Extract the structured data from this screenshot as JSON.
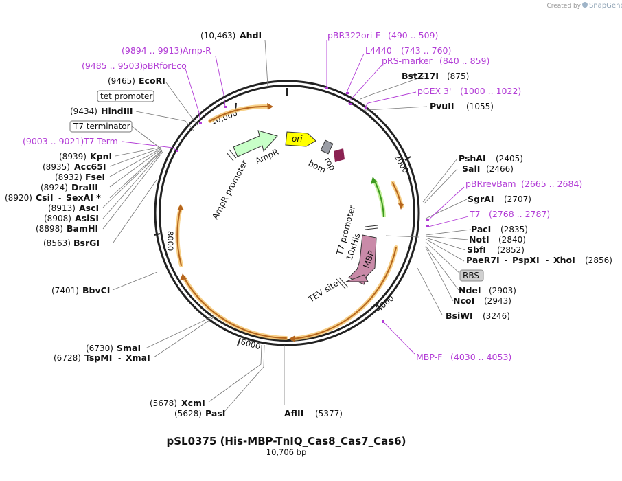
{
  "header": {
    "created_by": "Created by",
    "brand": "SnapGene"
  },
  "plasmid": {
    "name": "pSL0375 (His-MBP-TnIQ_Cas8_Cas7_Cas6)",
    "size": "10,706 bp"
  },
  "ticks": [
    "10,000",
    "2000",
    "4000",
    "6000",
    "8000"
  ],
  "enzymes": {
    "ahdi": {
      "pos": "(10,463)",
      "name": "AhdI"
    },
    "ecori": {
      "pos": "(9465)",
      "name": "EcoRI"
    },
    "hindiii": {
      "pos": "(9434)",
      "name": "HindIII"
    },
    "kpni": {
      "pos": "(8939)",
      "name": "KpnI"
    },
    "acc65i": {
      "pos": "(8935)",
      "name": "Acc65I"
    },
    "fsei": {
      "pos": "(8932)",
      "name": "FseI"
    },
    "draiii": {
      "pos": "(8924)",
      "name": "DraIII"
    },
    "csii": {
      "pos": "(8920)",
      "name": "CsiI",
      "sep": "-",
      "name2": "SexAI *"
    },
    "asci": {
      "pos": "(8913)",
      "name": "AscI"
    },
    "asisi": {
      "pos": "(8908)",
      "name": "AsiSI"
    },
    "bamhi": {
      "pos": "(8898)",
      "name": "BamHI"
    },
    "bsrgi": {
      "pos": "(8563)",
      "name": "BsrGI"
    },
    "bbvci": {
      "pos": "(7401)",
      "name": "BbvCI"
    },
    "smai": {
      "pos": "(6730)",
      "name": "SmaI"
    },
    "tspmi": {
      "pos": "(6728)",
      "name": "TspMI",
      "sep": "-",
      "name2": "XmaI"
    },
    "xcmi": {
      "pos": "(5678)",
      "name": "XcmI"
    },
    "pasi": {
      "pos": "(5628)",
      "name": "PasI"
    },
    "aflii": {
      "pos": "(5377)",
      "name": "AflII"
    },
    "bstz17i": {
      "pos": "(875)",
      "name": "BstZ17I"
    },
    "pvuii": {
      "pos": "(1055)",
      "name": "PvuII"
    },
    "pshai": {
      "pos": "(2405)",
      "name": "PshAI"
    },
    "sali": {
      "pos": "(2466)",
      "name": "SalI"
    },
    "sgrai": {
      "pos": "(2707)",
      "name": "SgrAI"
    },
    "paci": {
      "pos": "(2835)",
      "name": "PacI"
    },
    "noti": {
      "pos": "(2840)",
      "name": "NotI"
    },
    "sbfi": {
      "pos": "(2852)",
      "name": "SbfI"
    },
    "paer7i": {
      "name": "PaeR7I",
      "sep1": "-",
      "name2": "PspXI",
      "sep2": "-",
      "name3": "XhoI",
      "pos": "(2856)"
    },
    "ndei": {
      "name": "NdeI",
      "pos": "(2903)"
    },
    "ncoi": {
      "name": "NcoI",
      "pos": "(2943)"
    },
    "bsiwi": {
      "name": "BsiWI",
      "pos": "(3246)"
    }
  },
  "primers": {
    "ampr_r": {
      "pos": "(9894 .. 9913)",
      "name": "Amp-R"
    },
    "pbrforeco": {
      "pos": "(9485 .. 9503)",
      "name": "pBRforEco"
    },
    "t7term": {
      "pos": "(9003 .. 9021)",
      "name": "T7 Term"
    },
    "pbr322ori": {
      "name": "pBR322ori-F",
      "pos": "(490 .. 509)"
    },
    "l4440": {
      "name": "L4440",
      "pos": "(743 .. 760)"
    },
    "prsmarker": {
      "name": "pRS-marker",
      "pos": "(840 .. 859)"
    },
    "pgex3": {
      "name": "pGEX 3'",
      "pos": "(1000 .. 1022)"
    },
    "pbrrevbam": {
      "name": "pBRrevBam",
      "pos": "(2665 .. 2684)"
    },
    "t7": {
      "name": "T7",
      "pos": "(2768 .. 2787)"
    },
    "mbpf": {
      "name": "MBP-F",
      "pos": "(4030 .. 4053)"
    }
  },
  "boxed": {
    "tet_promoter": "tet promoter",
    "t7_terminator": "T7 terminator",
    "rbs": "RBS"
  },
  "features": {
    "ori": "ori",
    "rop": "rop",
    "bom": "bom",
    "ampr": "AmpR",
    "ampr_promoter": "AmpR promoter",
    "t7_promoter": "T7 promoter",
    "his": "10xHis",
    "mbp": "MBP",
    "tev": "TEV site"
  },
  "colors": {
    "backbone": "#222222",
    "orf": "#b5651d",
    "orf_glow": "#f5c46a",
    "ori": "#ffff00",
    "rop": "#9b9ea6",
    "bom": "#8b2252",
    "ampr": "#c8ffc8",
    "mbp": "#c98aa8",
    "green_orf": "#77d13b",
    "primer": "#b23cd6"
  }
}
